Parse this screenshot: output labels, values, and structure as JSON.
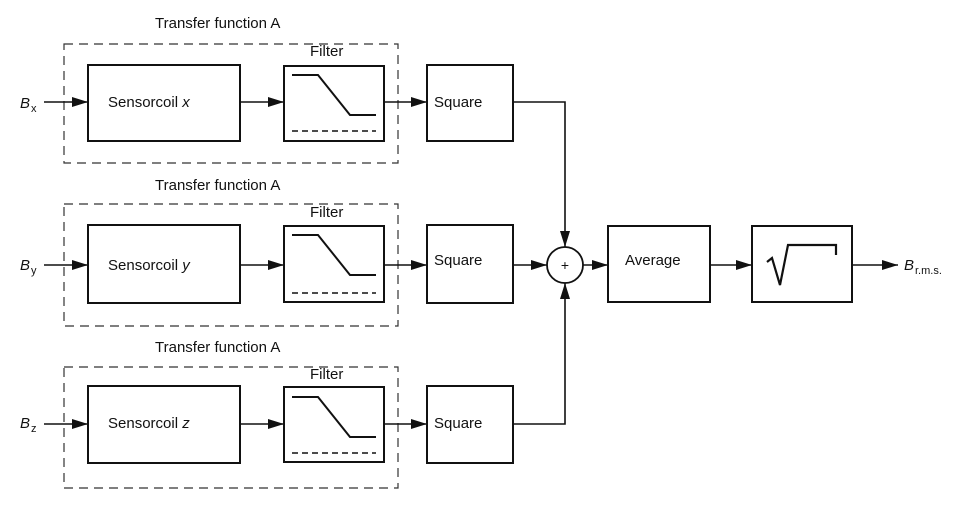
{
  "colors": {
    "stroke": "#111111",
    "background": "#ffffff"
  },
  "channels": [
    {
      "group_label": "Transfer function A",
      "input_symbol": "B",
      "input_subscript": "x",
      "sensor_text": "Sensorcoil ",
      "sensor_axis": "x",
      "filter_label": "Filter",
      "square_label": "Square"
    },
    {
      "group_label": "Transfer function A",
      "input_symbol": "B",
      "input_subscript": "y",
      "sensor_text": "Sensorcoil ",
      "sensor_axis": "y",
      "filter_label": "Filter",
      "square_label": "Square"
    },
    {
      "group_label": "Transfer function A",
      "input_symbol": "B",
      "input_subscript": "z",
      "sensor_text": "Sensorcoil ",
      "sensor_axis": "z",
      "filter_label": "Filter",
      "square_label": "Square"
    }
  ],
  "summing_junction": {
    "symbol": "+"
  },
  "average": {
    "label": "Average"
  },
  "sqrt_block": {
    "icon": "square-root-icon"
  },
  "output": {
    "symbol": "B",
    "subscript": "r.m.s."
  }
}
